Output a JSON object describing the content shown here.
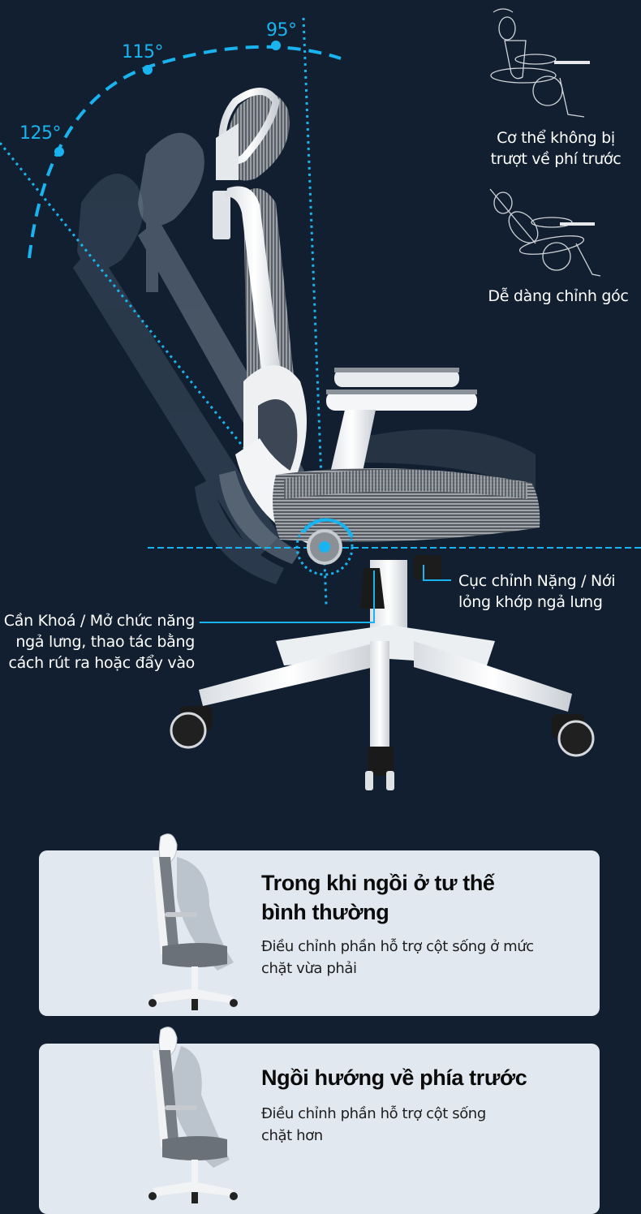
{
  "theme": {
    "background": "#111f30",
    "accent": "#19b4f0",
    "card_background": "#e2e8ef",
    "text_light": "#ffffff",
    "text_dark": "#0b0b0b"
  },
  "hero": {
    "angles": [
      {
        "label": "95°"
      },
      {
        "label": "115°"
      },
      {
        "label": "125°"
      }
    ],
    "figures": [
      {
        "icon": "posture-upright-figure-icon",
        "caption_lines": [
          "Cơ thể không bị",
          "trượt về phí trước"
        ]
      },
      {
        "icon": "posture-reclined-figure-icon",
        "caption_lines": [
          "Dễ dàng chỉnh góc"
        ]
      }
    ],
    "callouts": {
      "tension_knob": {
        "lines": [
          "Cục chỉnh Nặng / Nới",
          "lỏng khớp ngả lưng"
        ]
      },
      "lock_lever": {
        "lines": [
          "Cần Khoá / Mở chức năng",
          "ngả lưng, thao tác bằng",
          "cách rút ra hoặc đẩy vào"
        ]
      }
    }
  },
  "cards": [
    {
      "title_lines": [
        "Trong khi ngồi ở tư thế",
        "bình thường"
      ],
      "desc_lines": [
        "Điều chỉnh phần hỗ trợ cột sống ở mức",
        "chặt vừa phải"
      ]
    },
    {
      "title_lines": [
        "Ngồi hướng về phía trước"
      ],
      "desc_lines": [
        "Điều chỉnh phần hỗ trợ cột sống",
        "chặt hơn"
      ]
    }
  ]
}
